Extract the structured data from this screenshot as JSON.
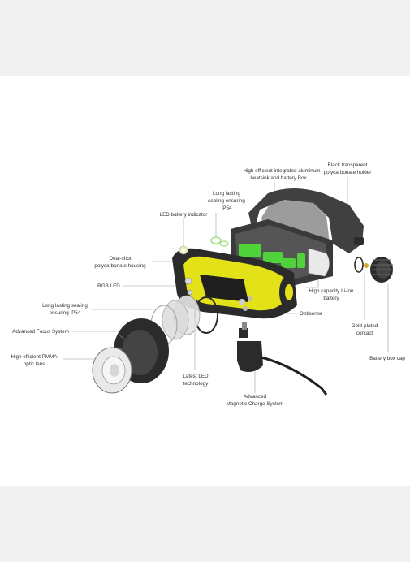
{
  "labels": {
    "heatsink_1": "High efficient  integrated aluminum",
    "heatsink_2": "heatsink and battery Box",
    "holder_1": "Black transparent",
    "holder_2": "polycarbonate holder",
    "sealing_top_1": "Long lasting",
    "sealing_top_2": "sealing ensuring",
    "sealing_top_3": "IP54",
    "battery_indicator": "LED battery indicator",
    "housing_1": "Dual-shot",
    "housing_2": "polycarbonate housing",
    "rgb_led": "RGB LED",
    "sealing_left_1": "Long lasting sealing",
    "sealing_left_2": "ensuring  IP54",
    "focus_system": "Advanced Focus System",
    "lens_1": "High efficient PMMA",
    "lens_2": "optic lens",
    "battery_1": "High capacity Li-ion",
    "battery_2": "battery",
    "optisense": "Optisense",
    "gold_1": "Gold-plated",
    "gold_2": "contact",
    "cap": "Battery box cap",
    "led_tech_1": "Latest LED",
    "led_tech_2": "technology",
    "charge_1": "Advanced",
    "charge_2": "Magnetic Charge System"
  },
  "colors": {
    "yellow": "#e3e218",
    "green": "#4fd23a",
    "dark": "#2b2b2b",
    "frame": "#3a3a3a"
  }
}
